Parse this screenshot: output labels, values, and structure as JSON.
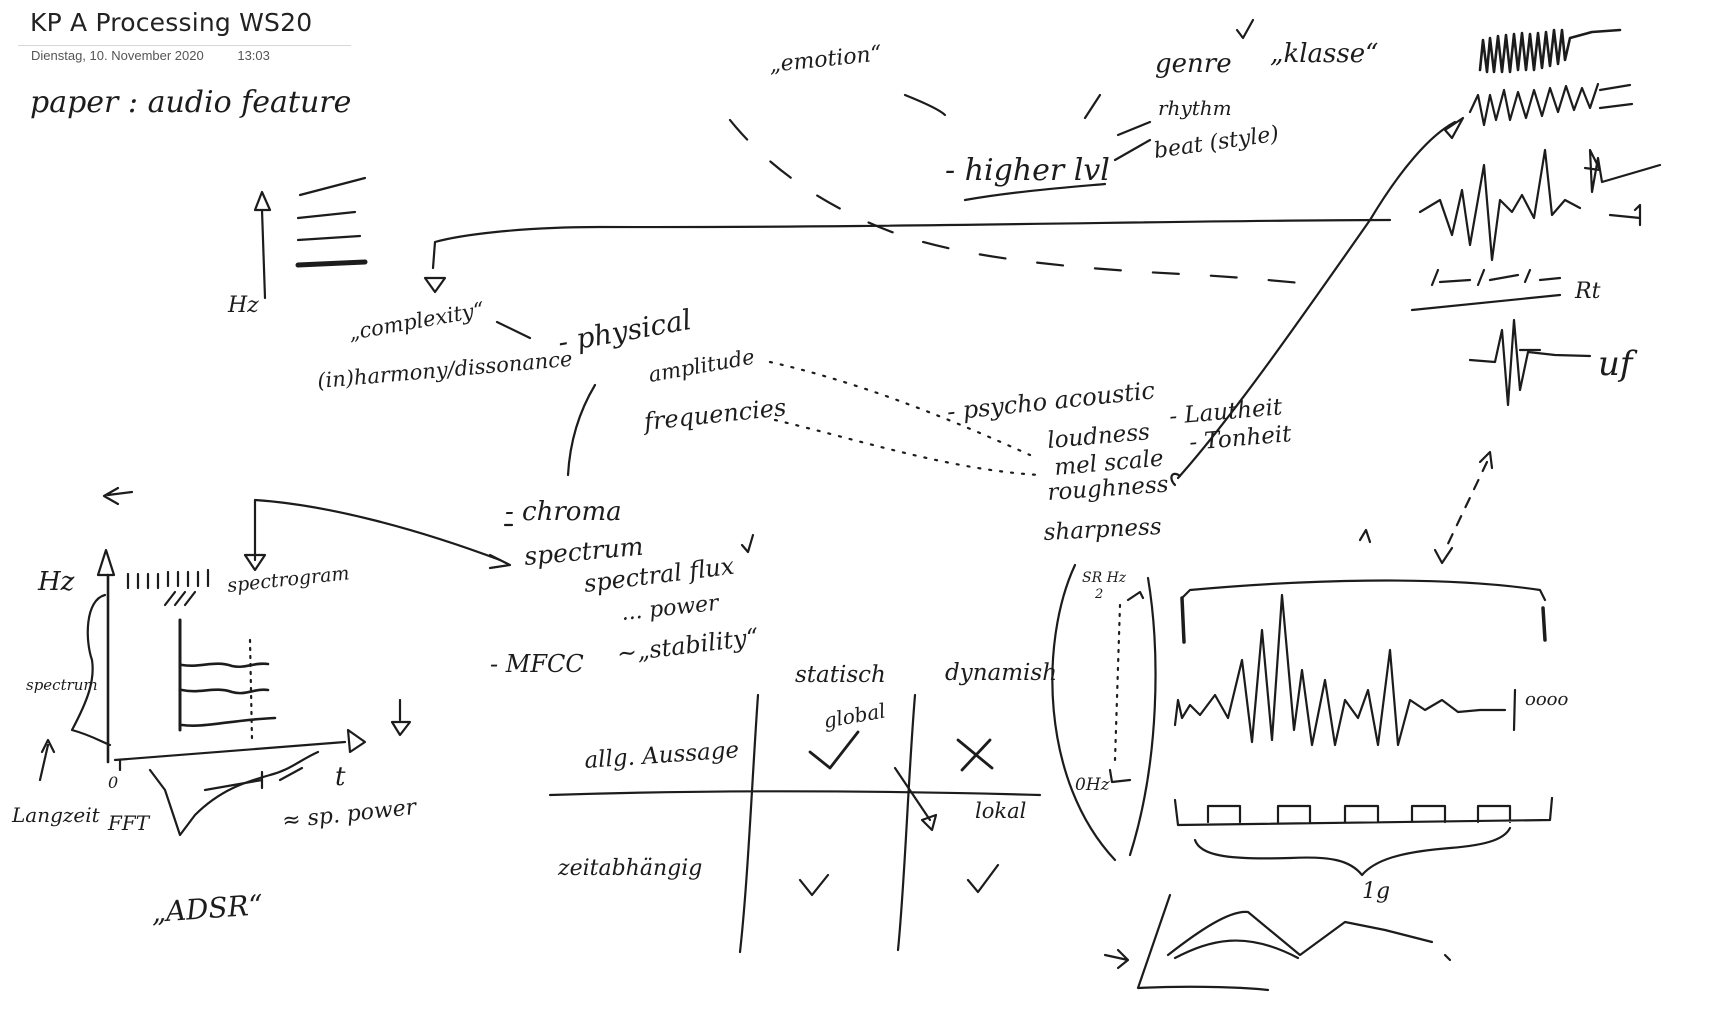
{
  "page": {
    "title": "KP A Processing WS20",
    "date": "Dienstag, 10. November 2020",
    "time": "13:03"
  },
  "notes": {
    "heading": "paper  :  audio feature",
    "emotion": "„emotion“",
    "genre": "genre",
    "klasse": "„klasse“",
    "rhythm": "rhythm",
    "beat": "beat (style)",
    "higher_lvl": "- higher lvl",
    "hz_top": "Hz",
    "complexity": "„complexity“",
    "harmony": "(in)harmony/dissonance",
    "physical": "- physical",
    "amplitude": "amplitude",
    "frequencies": "frequencies",
    "psycho": "- psycho acoustic",
    "loudness": "loudness",
    "lautheit": "- Lautheit",
    "mel": "mel scale",
    "tonheit": "- Tonheit",
    "roughness": "roughness",
    "sharpness": "sharpness",
    "chroma": "- chroma",
    "spectrum": "spectrum",
    "spectral_flux": "spectral flux",
    "power": "... power",
    "mfcc": "- MFCC",
    "stability": "~„stability“",
    "statisch": "statisch",
    "global": "global",
    "dynamisch": "dynamish",
    "lokal": "lokal",
    "allg": "allg. Aussage",
    "zeit": "zeitabhängig",
    "hz_left": "Hz",
    "spectrogram": "spectrogram",
    "spectrum_side": "spectrum",
    "langzeit": "Langzeit",
    "fft": "FFT",
    "zero": "0",
    "t_axis": "t",
    "sp_power": "≈ sp. power",
    "adsr": "„ADSR“",
    "sr_hz": "SR Hz",
    "two": "2",
    "zero_hz": "0Hz",
    "uf": "uf",
    "rt": "Rt",
    "oooo": "oooo",
    "one_g": "1g"
  }
}
